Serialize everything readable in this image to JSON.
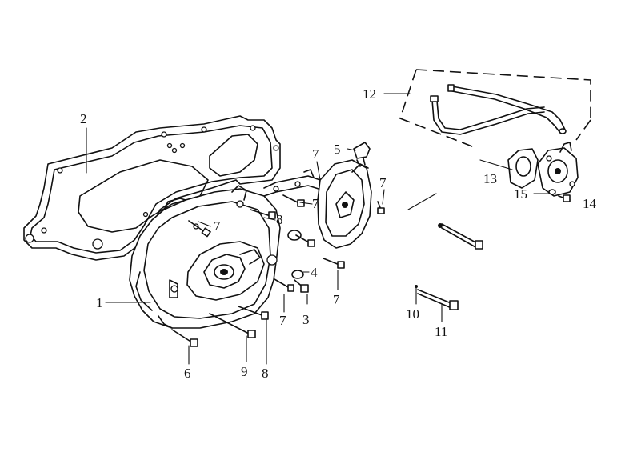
{
  "diagram": {
    "callouts": {
      "c1": "1",
      "c2": "2",
      "c3": "3",
      "c4": "4",
      "c5": "5",
      "c6": "6",
      "c7a": "7",
      "c7b": "7",
      "c7c": "7",
      "c7d": "7",
      "c7e": "7",
      "c7f": "7",
      "c8a": "8",
      "c8b": "8",
      "c9": "9",
      "c10": "10",
      "c11": "11",
      "c12": "12",
      "c13": "13",
      "c14": "14",
      "c15": "15"
    }
  }
}
